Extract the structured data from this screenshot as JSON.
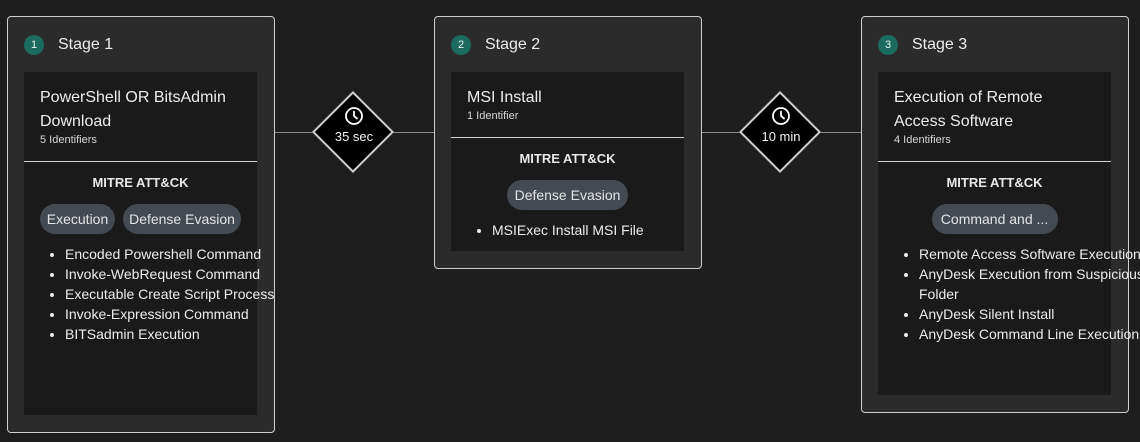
{
  "stages": [
    {
      "number": "1",
      "title": "Stage 1",
      "name": "PowerShell OR BitsAdmin Download",
      "identifiers_label": "5 Identifiers",
      "mitre_label": "MITRE ATT&CK",
      "tactics": [
        "Execution",
        "Defense Evasion"
      ],
      "identifiers": [
        "Encoded Powershell Command",
        "Invoke-WebRequest Command",
        "Executable Create Script Process",
        "Invoke-Expression Command",
        "BITSadmin Execution"
      ]
    },
    {
      "number": "2",
      "title": "Stage 2",
      "name": "MSI Install",
      "identifiers_label": "1 Identifier",
      "mitre_label": "MITRE ATT&CK",
      "tactics": [
        "Defense Evasion"
      ],
      "identifiers": [
        "MSIExec Install MSI File"
      ]
    },
    {
      "number": "3",
      "title": "Stage 3",
      "name": "Execution of Remote Access Software",
      "identifiers_label": "4 Identifiers",
      "mitre_label": "MITRE ATT&CK",
      "tactics": [
        "Command and ..."
      ],
      "identifiers": [
        "Remote Access Software Execution",
        "AnyDesk Execution from Suspicious Folder",
        "AnyDesk Silent Install",
        "AnyDesk Command Line Execution"
      ]
    }
  ],
  "timers": [
    {
      "label": "35 sec",
      "icon": "clock-icon"
    },
    {
      "label": "10 min",
      "icon": "clock-icon"
    }
  ],
  "colors": {
    "background": "#1e1e1e",
    "stage_badge": "#1b6b5e",
    "chip": "#444a52",
    "border": "#cfcfcf"
  }
}
